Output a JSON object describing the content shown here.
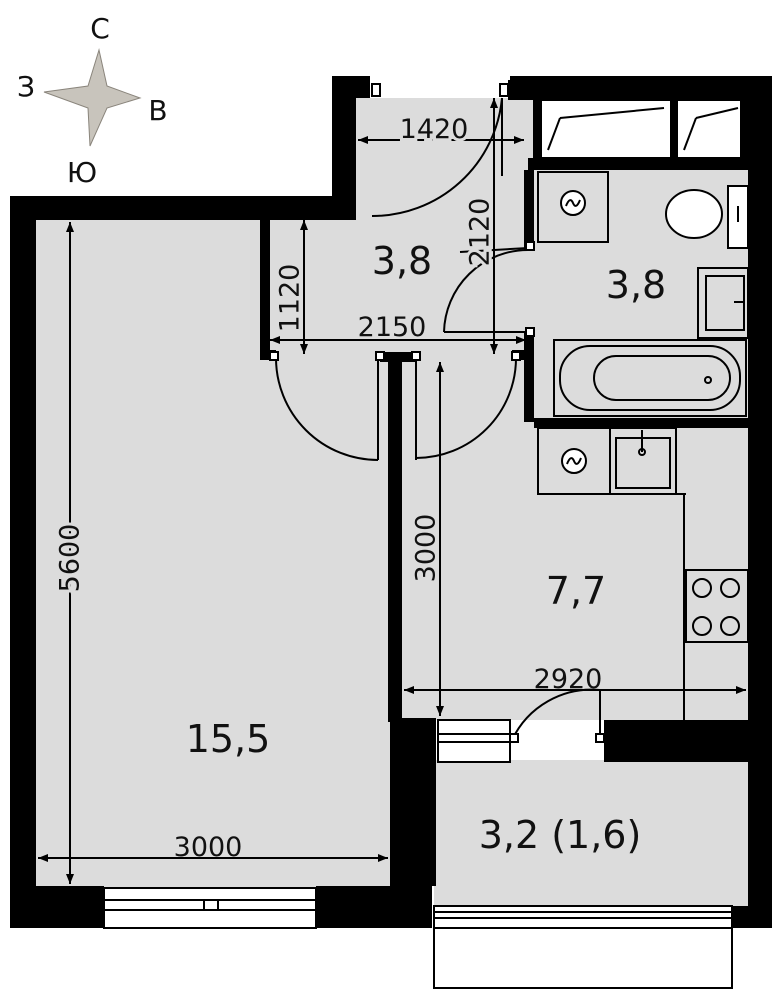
{
  "compass": {
    "north": "С",
    "east": "В",
    "south": "Ю",
    "west": "З"
  },
  "rooms": {
    "living": "15,5",
    "hall": "3,8",
    "bathroom": "3,8",
    "kitchen": "7,7",
    "balcony": "3,2 (1,6)"
  },
  "dimensions": {
    "living_height": "5600",
    "living_width": "3000",
    "hall_width_top": "1420",
    "hall_height_right": "2120",
    "hall_height_left": "1120",
    "hall_width": "2150",
    "kitchen_height": "3000",
    "kitchen_width": "2920"
  },
  "colors": {
    "floor": "#dcdcdc",
    "wall": "#000000",
    "compass": "#c8c4bc"
  }
}
